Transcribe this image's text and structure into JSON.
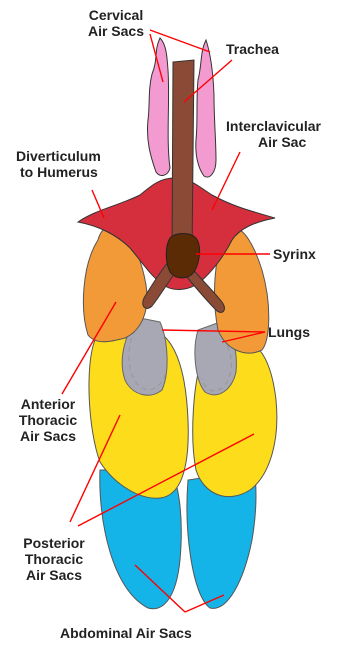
{
  "labels": {
    "cervical": [
      "Cervical",
      "Air Sacs"
    ],
    "trachea": [
      "Trachea"
    ],
    "interclavicular": [
      "Interclavicular",
      "Air Sac"
    ],
    "diverticulum": [
      "Diverticulum",
      "to Humerus"
    ],
    "syrinx": [
      "Syrinx"
    ],
    "lungs": [
      "Lungs"
    ],
    "anterior": [
      "Anterior",
      "Thoracic",
      "Air Sacs"
    ],
    "posterior": [
      "Posterior",
      "Thoracic",
      "Air Sacs"
    ],
    "abdominal": [
      "Abdominal Air Sacs"
    ]
  },
  "colors": {
    "cervical": "#f39bd0",
    "trachea": "#8b4a35",
    "interclavicular": "#d52f3e",
    "syrinx": "#5a2b05",
    "anterior": "#f29a38",
    "lungs": "#a8a8b5",
    "posterior": "#fcdc1b",
    "abdominal": "#14b4e8",
    "leader": "#ff0000"
  }
}
